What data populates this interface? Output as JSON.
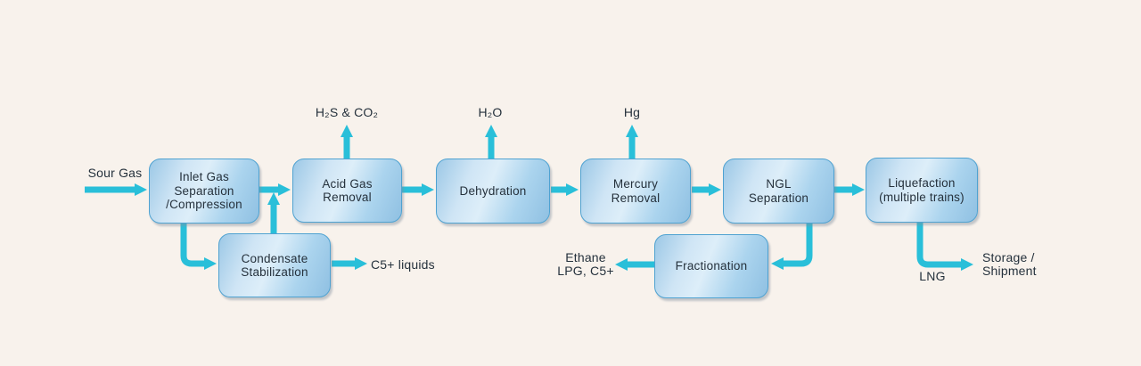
{
  "diagram_type": "process-flow",
  "colors": {
    "background": "#f8f2ec",
    "arrow": "#29bfd9",
    "node_border": "#4fa2d1",
    "node_fill_light": "#ddeef9",
    "node_fill_dark": "#8fc0e2",
    "text": "#25313c"
  },
  "nodes": [
    {
      "id": "inlet-gas",
      "label": "Inlet Gas\nSeparation\n/Compression"
    },
    {
      "id": "acid-gas",
      "label": "Acid Gas\nRemoval"
    },
    {
      "id": "dehydration",
      "label": "Dehydration"
    },
    {
      "id": "mercury",
      "label": "Mercury\nRemoval"
    },
    {
      "id": "ngl",
      "label": "NGL\nSeparation"
    },
    {
      "id": "liquefaction",
      "label": "Liquefaction\n(multiple trains)"
    },
    {
      "id": "condensate",
      "label": "Condensate\nStabilization"
    },
    {
      "id": "fractionation",
      "label": "Fractionation"
    }
  ],
  "labels": {
    "sour_gas": "Sour Gas",
    "h2s_co2": "H₂S & CO₂",
    "h2o": "H₂O",
    "hg": "Hg",
    "c5_liquids": "C5+ liquids",
    "ethane_lpg": "Ethane\nLPG, C5+",
    "lng": "LNG",
    "storage_shipment": "Storage /\nShipment"
  }
}
